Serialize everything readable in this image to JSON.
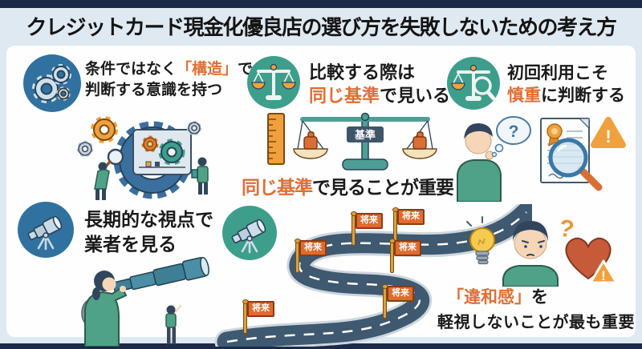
{
  "title": "クレジットカード現金化優良店の選び方を失敗しないための考え方",
  "colors": {
    "frame_navy": "#1c2b49",
    "page_bg": "#dfe9f1",
    "panel_bg": "#fefefe",
    "accent_orange": "#dd6f35",
    "circle_blue": "#31719f",
    "circle_teal": "#3d9f8b",
    "road_slate": "#3e5970",
    "flag_orange": "#e06b2d",
    "heart_red": "#c75a38",
    "bulb_yellow": "#f5ca4e",
    "person_green": "#4fa287",
    "text_black": "#1a1a1a"
  },
  "sections": {
    "structure": {
      "line1_pre": "条件ではなく",
      "line1_hl": "「構造」",
      "line1_post": "で",
      "line2": "判断する意識を持つ"
    },
    "same_basis": {
      "line1": "比較する際は",
      "line2_hl": "同じ基準",
      "line2_post": "で見いる",
      "scale_label": "基準",
      "caption_hl": "同じ基準",
      "caption_post": "で見ることが重要"
    },
    "first_use": {
      "line1": "初回利用こそ",
      "line2_hl": "慎重",
      "line2_post": "に判断する"
    },
    "long_term": {
      "line1": "長期的な視点で",
      "line2": "業者を見る"
    },
    "future_road": {
      "flag_label": "将来"
    },
    "intuition": {
      "line1_hl": "「違和感」",
      "line1_post": "を",
      "line2": "軽視しないことが最も重要"
    }
  },
  "glyphs": {
    "question_mark": "?",
    "exclamation_mark": "!"
  }
}
